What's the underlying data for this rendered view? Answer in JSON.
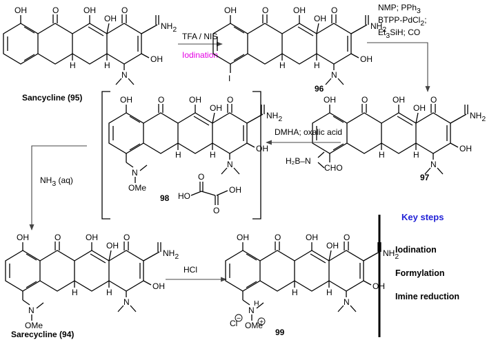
{
  "colors": {
    "iodination": "#e400e4",
    "key_steps": "#1f1fd6",
    "ink": "#000000"
  },
  "labels": {
    "c95": "Sancycline (95)",
    "c96": "96",
    "c97": "97",
    "c98": "98",
    "c94": "Sarecycline (94)",
    "c99": "99"
  },
  "reactions": {
    "r1_reagent": "TFA / NIS",
    "r1_note": "Iodination",
    "r2_l1": "NMP; PPh",
    "r2_l1_sub": "3",
    "r2_l2a": "BTPP-PdCl",
    "r2_l2_sub": "2",
    "r2_l2b": ";",
    "r2_l3a": "Et",
    "r2_l3_sub": "3",
    "r2_l3b": "SiH; CO",
    "r3_reagent": "DMHA;  oxalic acid",
    "r3_borane": "H₂B–N",
    "r4_a": "NH",
    "r4_sub": "3",
    "r4_b": " (aq)",
    "r5_reagent": "HCl"
  },
  "key_steps": {
    "title": "Key steps",
    "items": [
      "Iodination",
      "Formylation",
      "Imine reduction"
    ]
  },
  "atoms": {
    "oh": "OH",
    "o": "O",
    "nh2": "NH",
    "nh2_sub": "2",
    "h": "H",
    "n": "N",
    "i": "I",
    "cho": "CHO",
    "ome": "OMe",
    "ho": "HO",
    "cl": "Cl",
    "minus": "−",
    "plus": "+"
  }
}
